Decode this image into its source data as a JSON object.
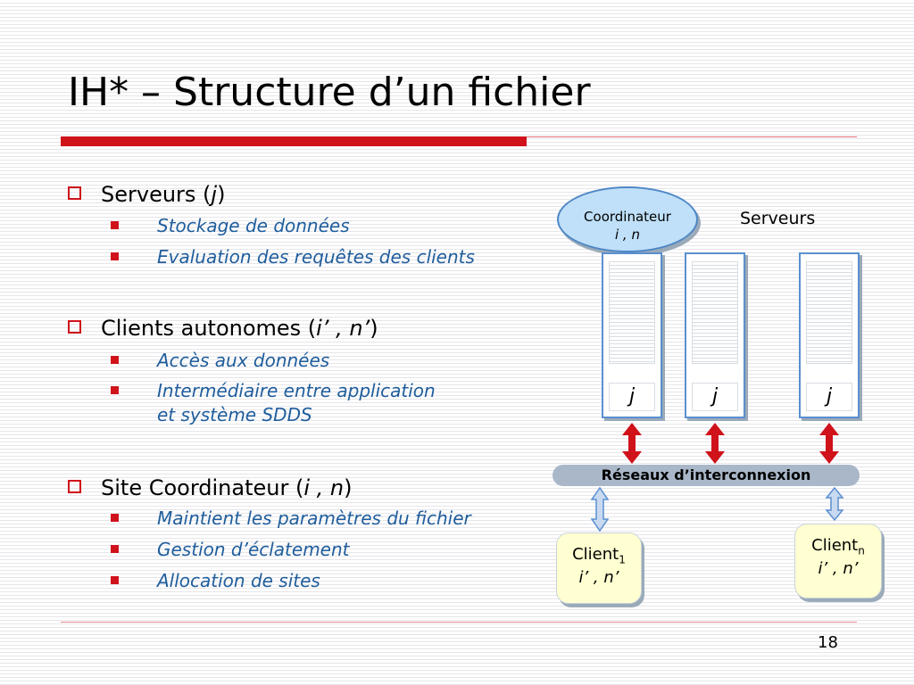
{
  "title": "IH* – Structure d’un fichier",
  "sections": [
    {
      "heading_prefix": "Serveurs (",
      "heading_var": "j",
      "heading_suffix": ")",
      "items": [
        "Stockage de données",
        "Evaluation des requêtes des clients"
      ]
    },
    {
      "heading_prefix": "Clients autonomes (",
      "heading_var": "i’ , n’",
      "heading_suffix": ")",
      "items": [
        "Accès aux données",
        "Intermédiaire entre application",
        "et système SDDS"
      ]
    },
    {
      "heading_prefix": "Site Coordinateur (",
      "heading_var": "i , n",
      "heading_suffix": ")",
      "items": [
        "Maintient les paramètres du fichier",
        "Gestion d’éclatement",
        "Allocation de sites"
      ]
    }
  ],
  "diagram": {
    "coordinator_label": "Coordinateur",
    "coordinator_vars": "i , n",
    "servers_label": "Serveurs",
    "server_cells": [
      "j",
      "j",
      "j"
    ],
    "network_label": "Réseaux d’interconnexion",
    "client1_label": "Client",
    "client1_sub": "1",
    "client1_vars": "i’ , n’",
    "clientn_label": "Client",
    "clientn_sub": "n",
    "clientn_vars": "i’ , n’"
  },
  "page_number": "18",
  "colors": {
    "accent": "#d0121b",
    "subtext": "#1f5d9c",
    "coordinator_fill": "#bfe0f8",
    "client_fill": "#ffffd1",
    "network_fill": "#a9b7c9"
  }
}
